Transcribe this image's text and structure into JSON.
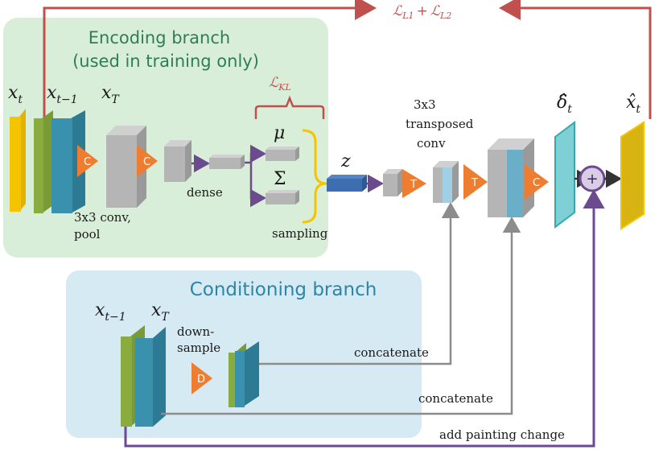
{
  "colors": {
    "encoding_bg": "#d9eed9",
    "conditioning_bg": "#d6eaf3",
    "loss_red": "#c0504d",
    "purple": "#6b4a8e",
    "gray_line": "#8c8c8c",
    "yellow": "#f5c400",
    "green": "#8aac3e",
    "teal": "#3a91ae",
    "orange": "#ed7d31",
    "gray_block": "#b5b5b5",
    "blue_z": "#3d6fb0",
    "output_teal": "#5cbcc2",
    "output_yellow": "#d7b411"
  },
  "encoding": {
    "title_line1": "Encoding branch",
    "title_line2": "(used in training only)",
    "input_xt": "x",
    "input_xt_sub": "t",
    "input_xt1": "x",
    "input_xt1_sub": "t−1",
    "input_xT": "x",
    "input_xT_sub": "T",
    "conv_label_line1": "3x3 conv,",
    "conv_label_line2": "pool",
    "conv_symbol": "C",
    "dense_label": "dense",
    "mu": "μ",
    "sigma": "Σ",
    "kl_loss": "ℒ",
    "kl_loss_sub": "KL",
    "sampling_label": "sampling"
  },
  "loss_top": {
    "l1": "ℒ",
    "l1_sub": "L1",
    "plus": "+",
    "l2": "ℒ",
    "l2_sub": "L2"
  },
  "decoder": {
    "z_label": "z",
    "transposed_line1": "3x3",
    "transposed_line2": "transposed",
    "transposed_line3": "conv",
    "t_symbol": "T",
    "c_symbol": "C",
    "delta": "δ̂",
    "delta_sub": "t",
    "plus_symbol": "+",
    "xhat": "x̂",
    "xhat_sub": "t"
  },
  "conditioning": {
    "title": "Conditioning branch",
    "input_xt1": "x",
    "input_xt1_sub": "t−1",
    "input_xT": "x",
    "input_xT_sub": "T",
    "downsample_line1": "down-",
    "downsample_line2": "sample",
    "d_symbol": "D",
    "concat1": "concatenate",
    "concat2": "concatenate",
    "add_change": "add painting change"
  }
}
